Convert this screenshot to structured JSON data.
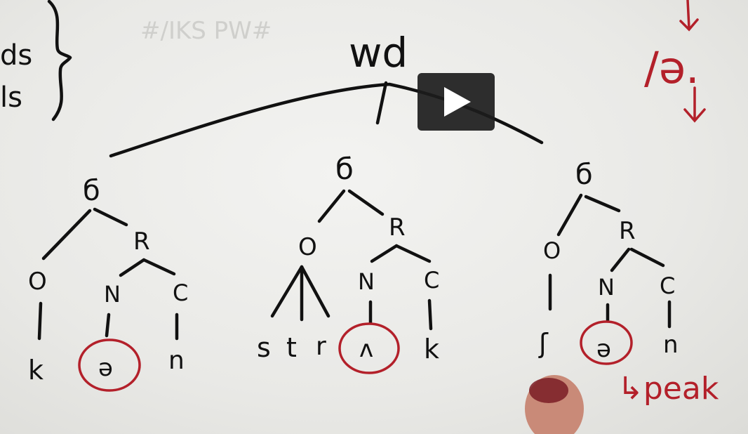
{
  "video": {
    "title_faint": "#/IKS PW#",
    "play_label": "Play",
    "colors": {
      "ink": "#111111",
      "annotation": "#b3202a"
    }
  },
  "board": {
    "left_fragment": [
      "ds",
      "ls"
    ],
    "root": "wd",
    "syllables": [
      {
        "sigma": "б",
        "rhyme": "R",
        "onset": "O",
        "nucleus": "N",
        "coda": "C",
        "onset_seg": "k",
        "nucleus_seg": "ə",
        "coda_seg": "n"
      },
      {
        "sigma": "б",
        "rhyme": "R",
        "onset": "O",
        "nucleus": "N",
        "coda": "C",
        "onset_segs": [
          "s",
          "t",
          "r"
        ],
        "nucleus_seg": "ʌ",
        "coda_seg": "k"
      },
      {
        "sigma": "б",
        "rhyme": "R",
        "onset": "O",
        "nucleus": "N",
        "coda": "C",
        "onset_seg": "ʃ",
        "nucleus_seg": "ə",
        "coda_seg": "n"
      }
    ],
    "red_top": "/ə.",
    "peak_note": "↳peak"
  }
}
